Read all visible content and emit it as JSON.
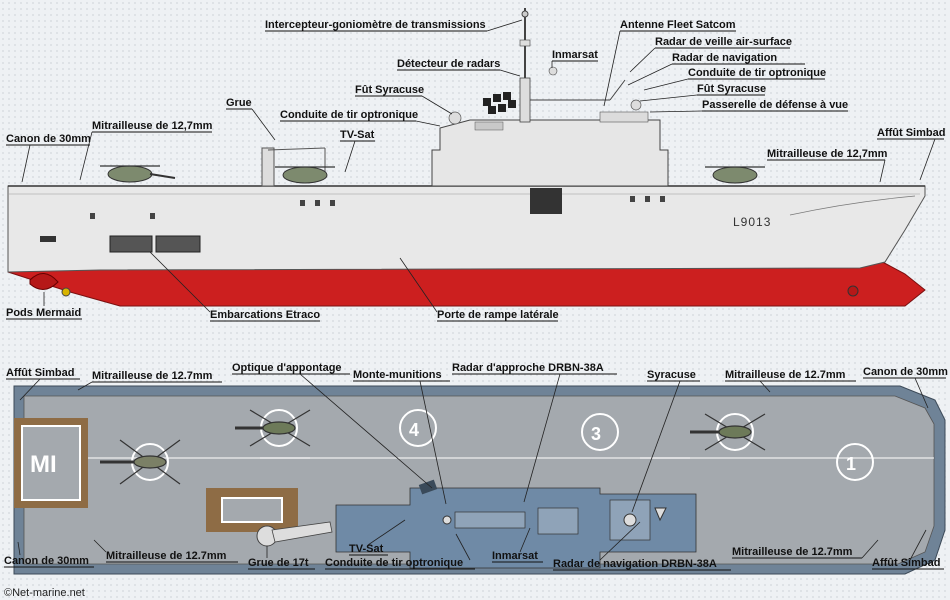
{
  "colors": {
    "hull_grey": "#e8e8e8",
    "antifouling_red": "#cc1f1f",
    "deck_grey": "#a4a9ae",
    "deck_edge_blue": "#6f8397",
    "island_blue": "#6f8aa6",
    "deck_marking": "#ffffff"
  },
  "side_view": {
    "hull_number": "L9013",
    "labels": {
      "intercepteur": "Intercepteur-goniomètre de transmissions",
      "antenne_fleet": "Antenne Fleet Satcom",
      "radar_veille": "Radar de veille air-surface",
      "inmarsat": "Inmarsat",
      "radar_navigation": "Radar de navigation",
      "detecteur_radars": "Détecteur de radars",
      "conduite_tir_right": "Conduite de tir optronique",
      "fut_syracuse_left": "Fût Syracuse",
      "fut_syracuse_right": "Fût Syracuse",
      "passerelle": "Passerelle de défense à vue",
      "grue": "Grue",
      "conduite_tir_left": "Conduite de tir optronique",
      "mitrailleuse_left": "Mitrailleuse de 12,7mm",
      "canon_30": "Canon de 30mm",
      "tv_sat": "TV-Sat",
      "affut_simbad": "Affût Simbad",
      "mitrailleuse_right": "Mitrailleuse de 12,7mm",
      "pods_mermaid": "Pods Mermaid",
      "embarcations": "Embarcations Etraco",
      "porte_rampe": "Porte de rampe latérale"
    }
  },
  "top_view": {
    "deck_spots": [
      "MI",
      "4",
      "3",
      "1"
    ],
    "labels": {
      "affut_simbad_left": "Affût Simbad",
      "mitrailleuse_top_left": "Mitrailleuse de 12.7mm",
      "optique_appontage": "Optique d'appontage",
      "monte_munitions": "Monte-munitions",
      "radar_approche": "Radar d'approche DRBN-38A",
      "syracuse": "Syracuse",
      "mitrailleuse_top_right": "Mitrailleuse de 12.7mm",
      "canon_30_right": "Canon de 30mm",
      "canon_30_left": "Canon de 30mm",
      "mitrailleuse_bottom_left": "Mitrailleuse de 12.7mm",
      "grue_17t": "Grue de 17t",
      "tv_sat": "TV-Sat",
      "conduite_tir": "Conduite de tir optronique",
      "inmarsat": "Inmarsat",
      "radar_navigation": "Radar de navigation DRBN-38A",
      "mitrailleuse_bottom_right": "Mitrailleuse de 12.7mm",
      "affut_simbad_right": "Affût Simbad"
    }
  },
  "credit": "©Net-marine.net"
}
